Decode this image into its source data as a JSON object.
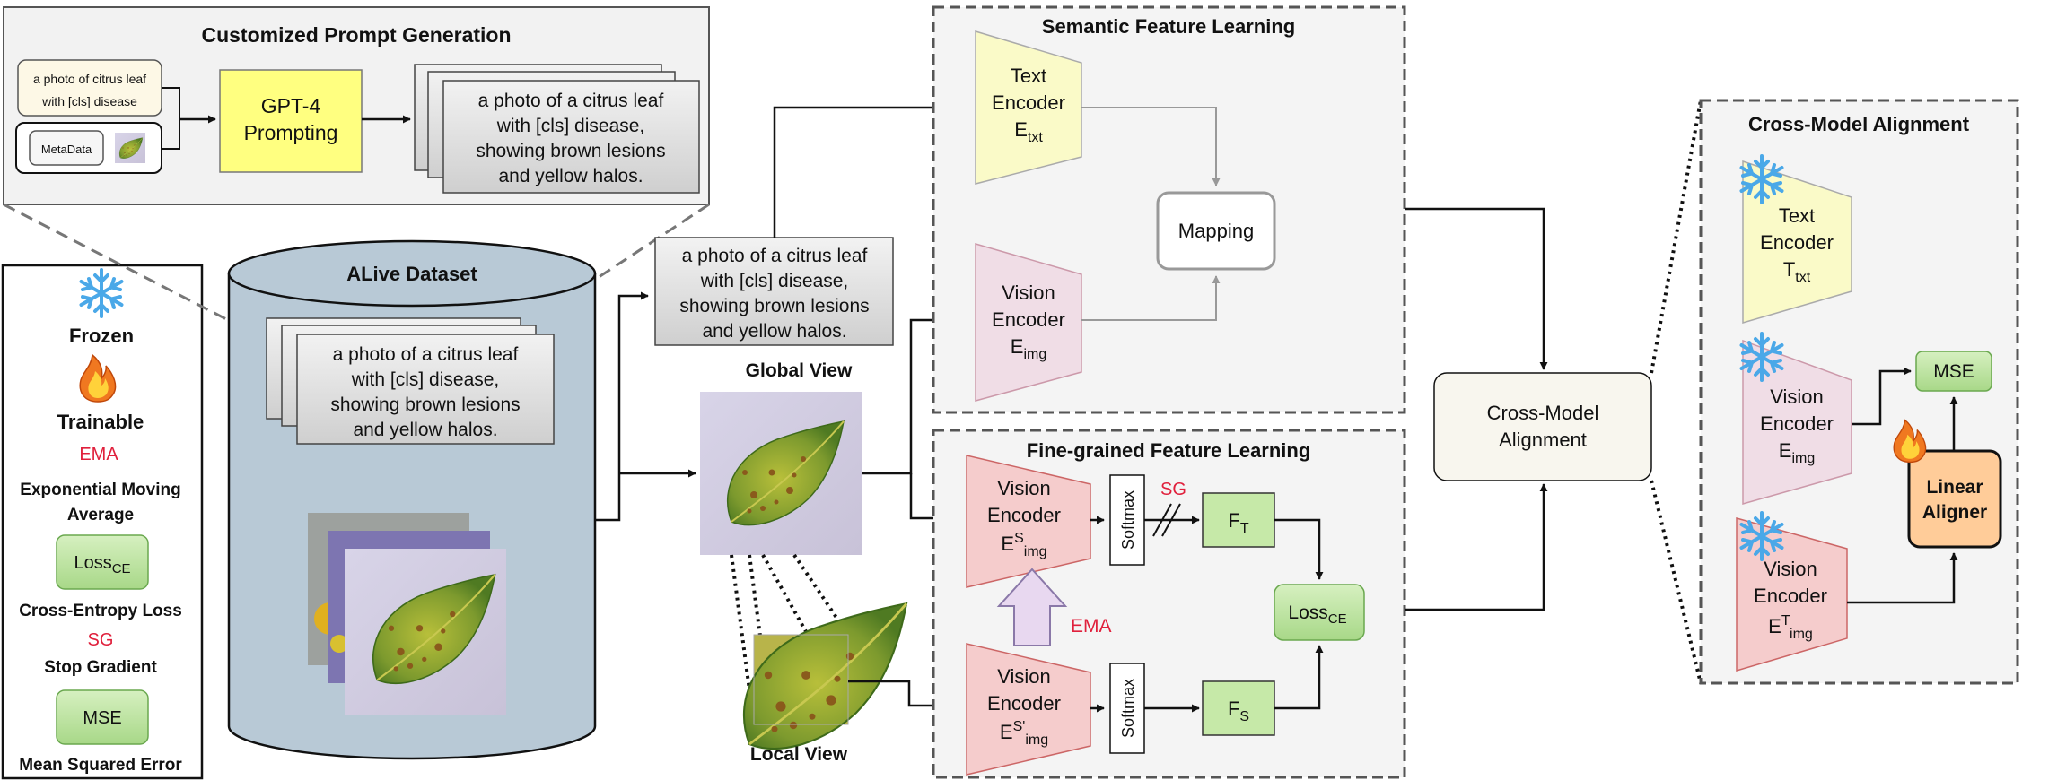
{
  "legend": {
    "frozen": "Frozen",
    "trainable": "Trainable",
    "ema_abbr": "EMA",
    "ema_full": [
      "Exponential Moving",
      "Average"
    ],
    "loss_ce_main": "Loss",
    "loss_ce_sub": "CE",
    "loss_ce_full": "Cross-Entropy Loss",
    "sg_abbr": "SG",
    "sg_full": "Stop Gradient",
    "mse_abbr": "MSE",
    "mse_full": "Mean Squared Error"
  },
  "prompt_gen": {
    "title": "Customized Prompt Generation",
    "template_lines": [
      "a photo of citrus leaf",
      "with [cls] disease"
    ],
    "metadata": "MetaData",
    "gpt_lines": [
      "GPT-4",
      "Prompting"
    ],
    "output_lines": [
      "a photo of a citrus leaf",
      "with [cls] disease,",
      "showing brown lesions",
      "and yellow halos."
    ]
  },
  "dataset": {
    "title": "ALive Dataset",
    "prompt_lines": [
      "a photo of a citrus leaf",
      "with [cls] disease,",
      "showing brown lesions",
      "and yellow halos."
    ]
  },
  "prompt_box": {
    "lines": [
      "a photo of a citrus leaf",
      "with [cls] disease,",
      "showing brown lesions",
      "and yellow halos."
    ]
  },
  "views": {
    "global": "Global View",
    "local": "Local View"
  },
  "semantic": {
    "title": "Semantic Feature Learning",
    "text_encoder": [
      "Text",
      "Encoder"
    ],
    "text_encoder_sym": "E",
    "text_encoder_sub": "txt",
    "vision_encoder": [
      "Vision",
      "Encoder"
    ],
    "vision_encoder_sym": "E",
    "vision_encoder_sub": "img",
    "mapping": "Mapping"
  },
  "finegrained": {
    "title": "Fine-grained Feature Learning",
    "student": [
      "Vision",
      "Encoder"
    ],
    "student_sym": "E",
    "student_sup": "S",
    "student_sub": "img",
    "teacher": [
      "Vision",
      "Encoder"
    ],
    "teacher_sym": "E",
    "teacher_sup": "S'",
    "teacher_sub": "img",
    "softmax": "Softmax",
    "sg": "SG",
    "ema": "EMA",
    "ft_sym": "F",
    "ft_sub": "T",
    "fs_sym": "F",
    "fs_sub": "S",
    "loss_main": "Loss",
    "loss_sub": "CE"
  },
  "cross_box": [
    "Cross-Model",
    "Alignment"
  ],
  "cross_panel": {
    "title": "Cross-Model Alignment",
    "text_encoder": [
      "Text",
      "Encoder"
    ],
    "text_sym": "T",
    "text_sub": "txt",
    "vision_encoder": [
      "Vision",
      "Encoder"
    ],
    "vision_sym": "E",
    "vision_sub": "img",
    "vision2_encoder": [
      "Vision",
      "Encoder"
    ],
    "vision2_sym": "E",
    "vision2_sup": "T",
    "vision2_sub": "img",
    "mse": "MSE",
    "aligner": [
      "Linear",
      "Aligner"
    ]
  },
  "colors": {
    "yellow_fill": "#fafac8",
    "pink_fill": "#f5cccc",
    "pink_light": "#f0dde6",
    "green_fill": "#c6e9a8",
    "gpt_fill": "#ffff80",
    "orange_fill": "#ffcc99",
    "dataset_fill": "#b8c9d6",
    "panel_fill": "#f4f4f4",
    "ema_red": "#e0203c",
    "ice_blue": "#4aa8e8",
    "fire_orange": "#f07820"
  }
}
